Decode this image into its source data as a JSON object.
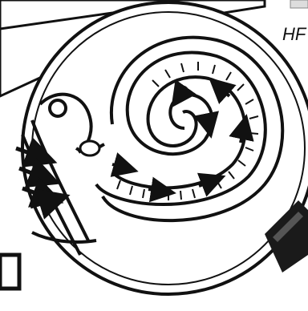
{
  "illustration": {
    "caption_text": "HF",
    "stroke_color": "#111111",
    "background_color": "#ffffff",
    "lens_fill": "#ffffff",
    "handle_color": "#1a1a1a",
    "arrow_icon": "arrow-icon",
    "sound_wave_arrows": 4,
    "cochlea_arrows": 7
  }
}
